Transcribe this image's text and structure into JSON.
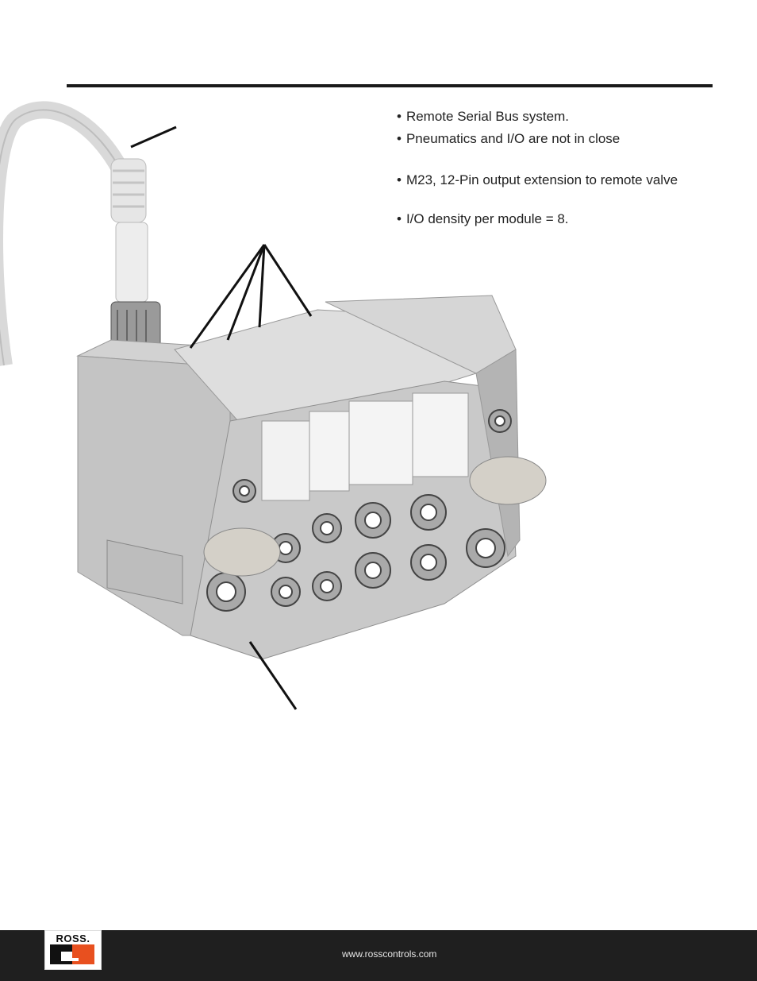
{
  "header": {
    "rule": true
  },
  "bullets": [
    {
      "text": "Remote Serial Bus system."
    },
    {
      "text": "Pneumatics and I/O are not in close"
    },
    {
      "text": "M23, 12-Pin output extension to remote valve"
    },
    {
      "text": "I/O density per module = 8."
    }
  ],
  "photo": {
    "subject": "valve-manifold-with-cable"
  },
  "footer": {
    "logo_text": "ROSS.",
    "url": "www.rosscontrols.com",
    "background_color": "#1f1f1f",
    "logo_accent_color": "#e8501f"
  }
}
